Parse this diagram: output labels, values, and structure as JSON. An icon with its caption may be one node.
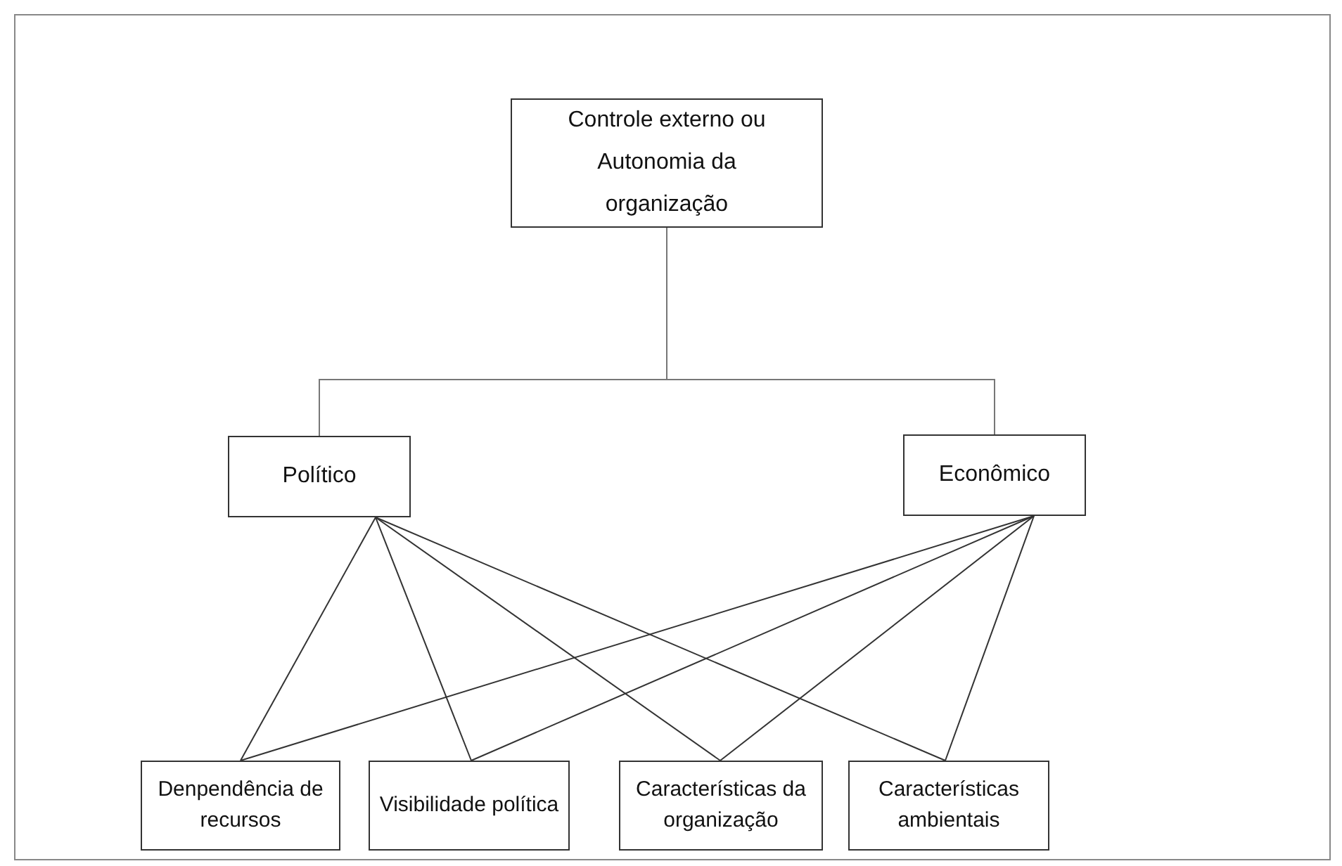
{
  "diagram": {
    "nodes": [
      {
        "text": [
          "Controle externo ou Autonomia da organização"
        ]
      },
      {
        "text": [
          "Político"
        ]
      },
      {
        "text": [
          "Econômico"
        ]
      },
      {
        "text": [
          "Denpendência de recursos"
        ]
      },
      {
        "text": [
          "Visibilidade política"
        ]
      },
      {
        "text": [
          "Características da organização"
        ]
      },
      {
        "text": [
          "Características ambientais"
        ]
      }
    ],
    "edges": [
      {
        "from": 0,
        "to": 1,
        "arrow": "none"
      },
      {
        "from": 0,
        "to": 2,
        "arrow": "none"
      },
      {
        "from": 1,
        "to": 3,
        "arrow": "none"
      },
      {
        "from": 1,
        "to": 4,
        "arrow": "none"
      },
      {
        "from": 1,
        "to": 5,
        "arrow": "none"
      },
      {
        "from": 1,
        "to": 6,
        "arrow": "none"
      },
      {
        "from": 2,
        "to": 3,
        "arrow": "none"
      },
      {
        "from": 2,
        "to": 4,
        "arrow": "none"
      },
      {
        "from": 2,
        "to": 5,
        "arrow": "none"
      },
      {
        "from": 2,
        "to": 6,
        "arrow": "none"
      }
    ]
  }
}
